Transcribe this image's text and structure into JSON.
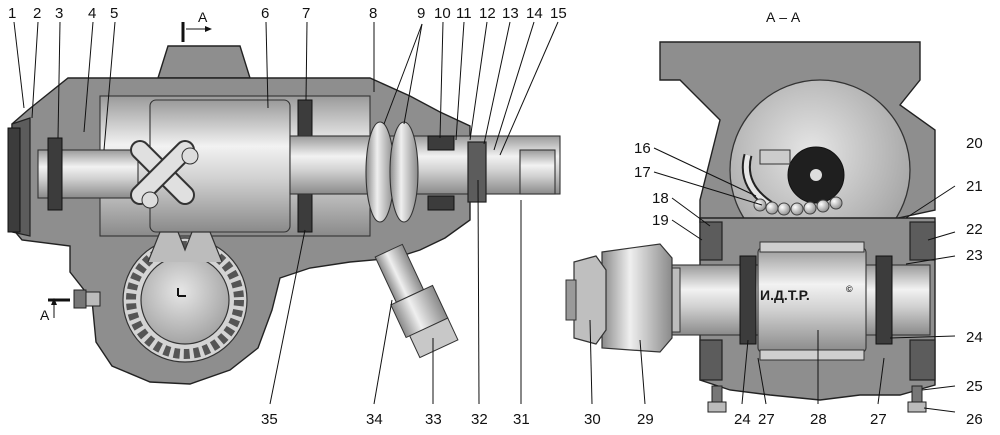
{
  "title": "",
  "section_label": "А – А",
  "section_marks": [
    "А",
    "А"
  ],
  "watermark": "И.Д.Т.Р.",
  "watermark_symbol": "©",
  "callouts_top": [
    "1",
    "2",
    "3",
    "4",
    "5",
    "6",
    "7",
    "8",
    "9",
    "10",
    "11",
    "12",
    "13",
    "14",
    "15"
  ],
  "callouts_bottom": [
    "35",
    "34",
    "33",
    "32",
    "31",
    "30",
    "29",
    "24",
    "27",
    "28",
    "27",
    "26"
  ],
  "callouts_right": [
    "16",
    "17",
    "18",
    "19",
    "20",
    "21",
    "22",
    "23",
    "24",
    "25"
  ],
  "colors": {
    "housing": "#8e8e8e",
    "cut_surface": "#5c5c5c",
    "shaft": "#d9d9d9",
    "text": "#111111"
  }
}
